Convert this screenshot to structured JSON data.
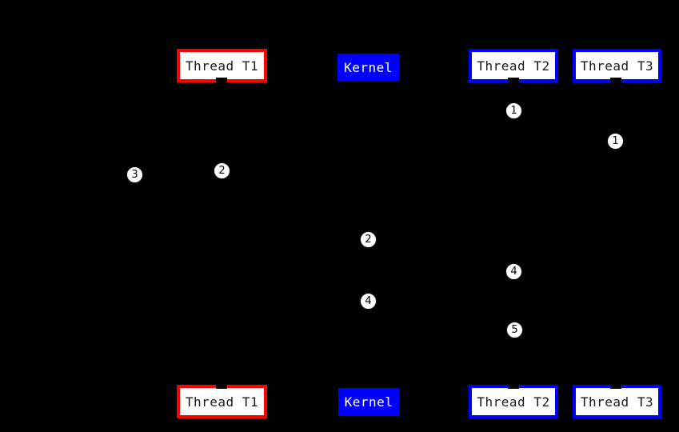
{
  "diagram": {
    "type": "sequence-diagram",
    "background": "#000000",
    "participants": [
      {
        "id": "thread-t1",
        "label": "Thread T1",
        "border_color": "#ff0000",
        "fill": "#ffffff",
        "text_color": "#1a1a1a"
      },
      {
        "id": "kernel",
        "label": "Kernel",
        "border_color": "#0000ff",
        "fill": "#0000ff",
        "text_color": "#ffffff"
      },
      {
        "id": "thread-t2",
        "label": "Thread T2",
        "border_color": "#0000ff",
        "fill": "#ffffff",
        "text_color": "#1a1a1a"
      },
      {
        "id": "thread-t3",
        "label": "Thread T3",
        "border_color": "#0000ff",
        "fill": "#ffffff",
        "text_color": "#1a1a1a"
      }
    ],
    "step_markers": [
      {
        "label": "1",
        "lifeline": "thread-t2"
      },
      {
        "label": "1",
        "lifeline": "thread-t3"
      },
      {
        "label": "3",
        "lifeline": "left-of-thread-t1"
      },
      {
        "label": "2",
        "lifeline": "thread-t1"
      },
      {
        "label": "2",
        "lifeline": "kernel"
      },
      {
        "label": "4",
        "lifeline": "thread-t2"
      },
      {
        "label": "4",
        "lifeline": "kernel"
      },
      {
        "label": "5",
        "lifeline": "thread-t2"
      }
    ],
    "colors": {
      "red_accent": "#ff0000",
      "blue_accent": "#0000ff",
      "box_fill": "#ffffff",
      "marker_fill": "#ffffff"
    }
  }
}
